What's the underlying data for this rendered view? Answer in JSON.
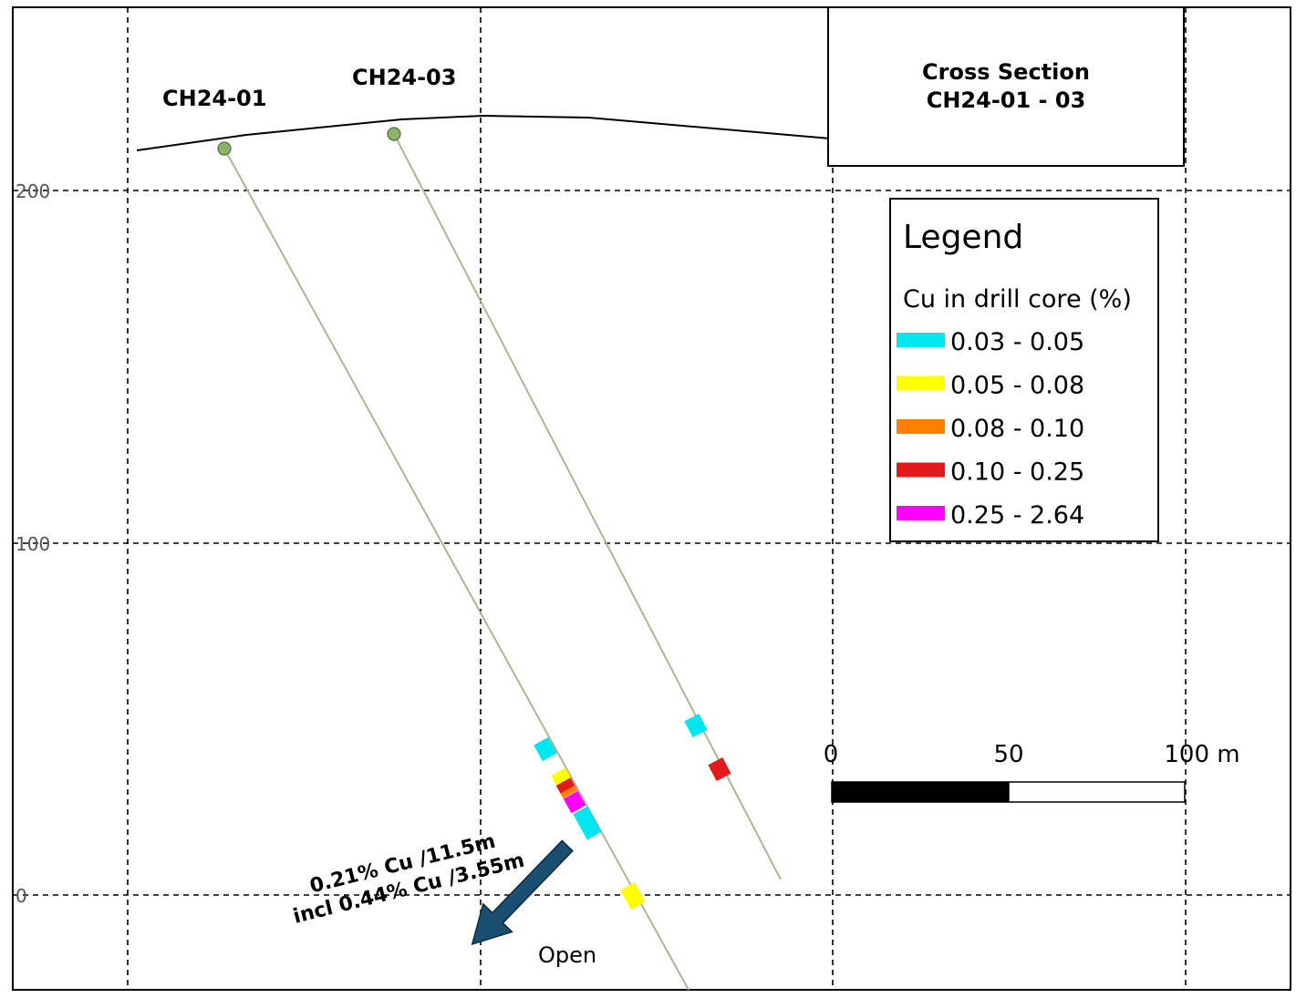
{
  "title": {
    "line1": "Cross Section",
    "line2": "CH24-01 - 03"
  },
  "elevation_labels": {
    "y200": "200",
    "y100": "100",
    "y0": "0"
  },
  "holes": [
    {
      "id": "CH24-01"
    },
    {
      "id": "CH24-03"
    }
  ],
  "legend": {
    "title": "Legend",
    "subtitle": "Cu in drill core (%)",
    "items": [
      {
        "range": "0.03 - 0.05",
        "color": "#00e5ee"
      },
      {
        "range": "0.05 - 0.08",
        "color": "#ffff00"
      },
      {
        "range": "0.08 - 0.10",
        "color": "#ff7f00"
      },
      {
        "range": "0.10 - 0.25",
        "color": "#e31a1c"
      },
      {
        "range": "0.25 - 2.64",
        "color": "#ff00ff"
      }
    ]
  },
  "scale_bar": {
    "label_0": "0",
    "label_50": "50",
    "label_100": "100 m"
  },
  "annotation": {
    "line1": "0.21% Cu /11.5m",
    "line2": "incl 0.44% Cu /3.55m"
  },
  "open_label": "Open",
  "colors": {
    "arrow": "#1b4f72",
    "trace": "#b5b09a",
    "collar": "#8db36b"
  }
}
